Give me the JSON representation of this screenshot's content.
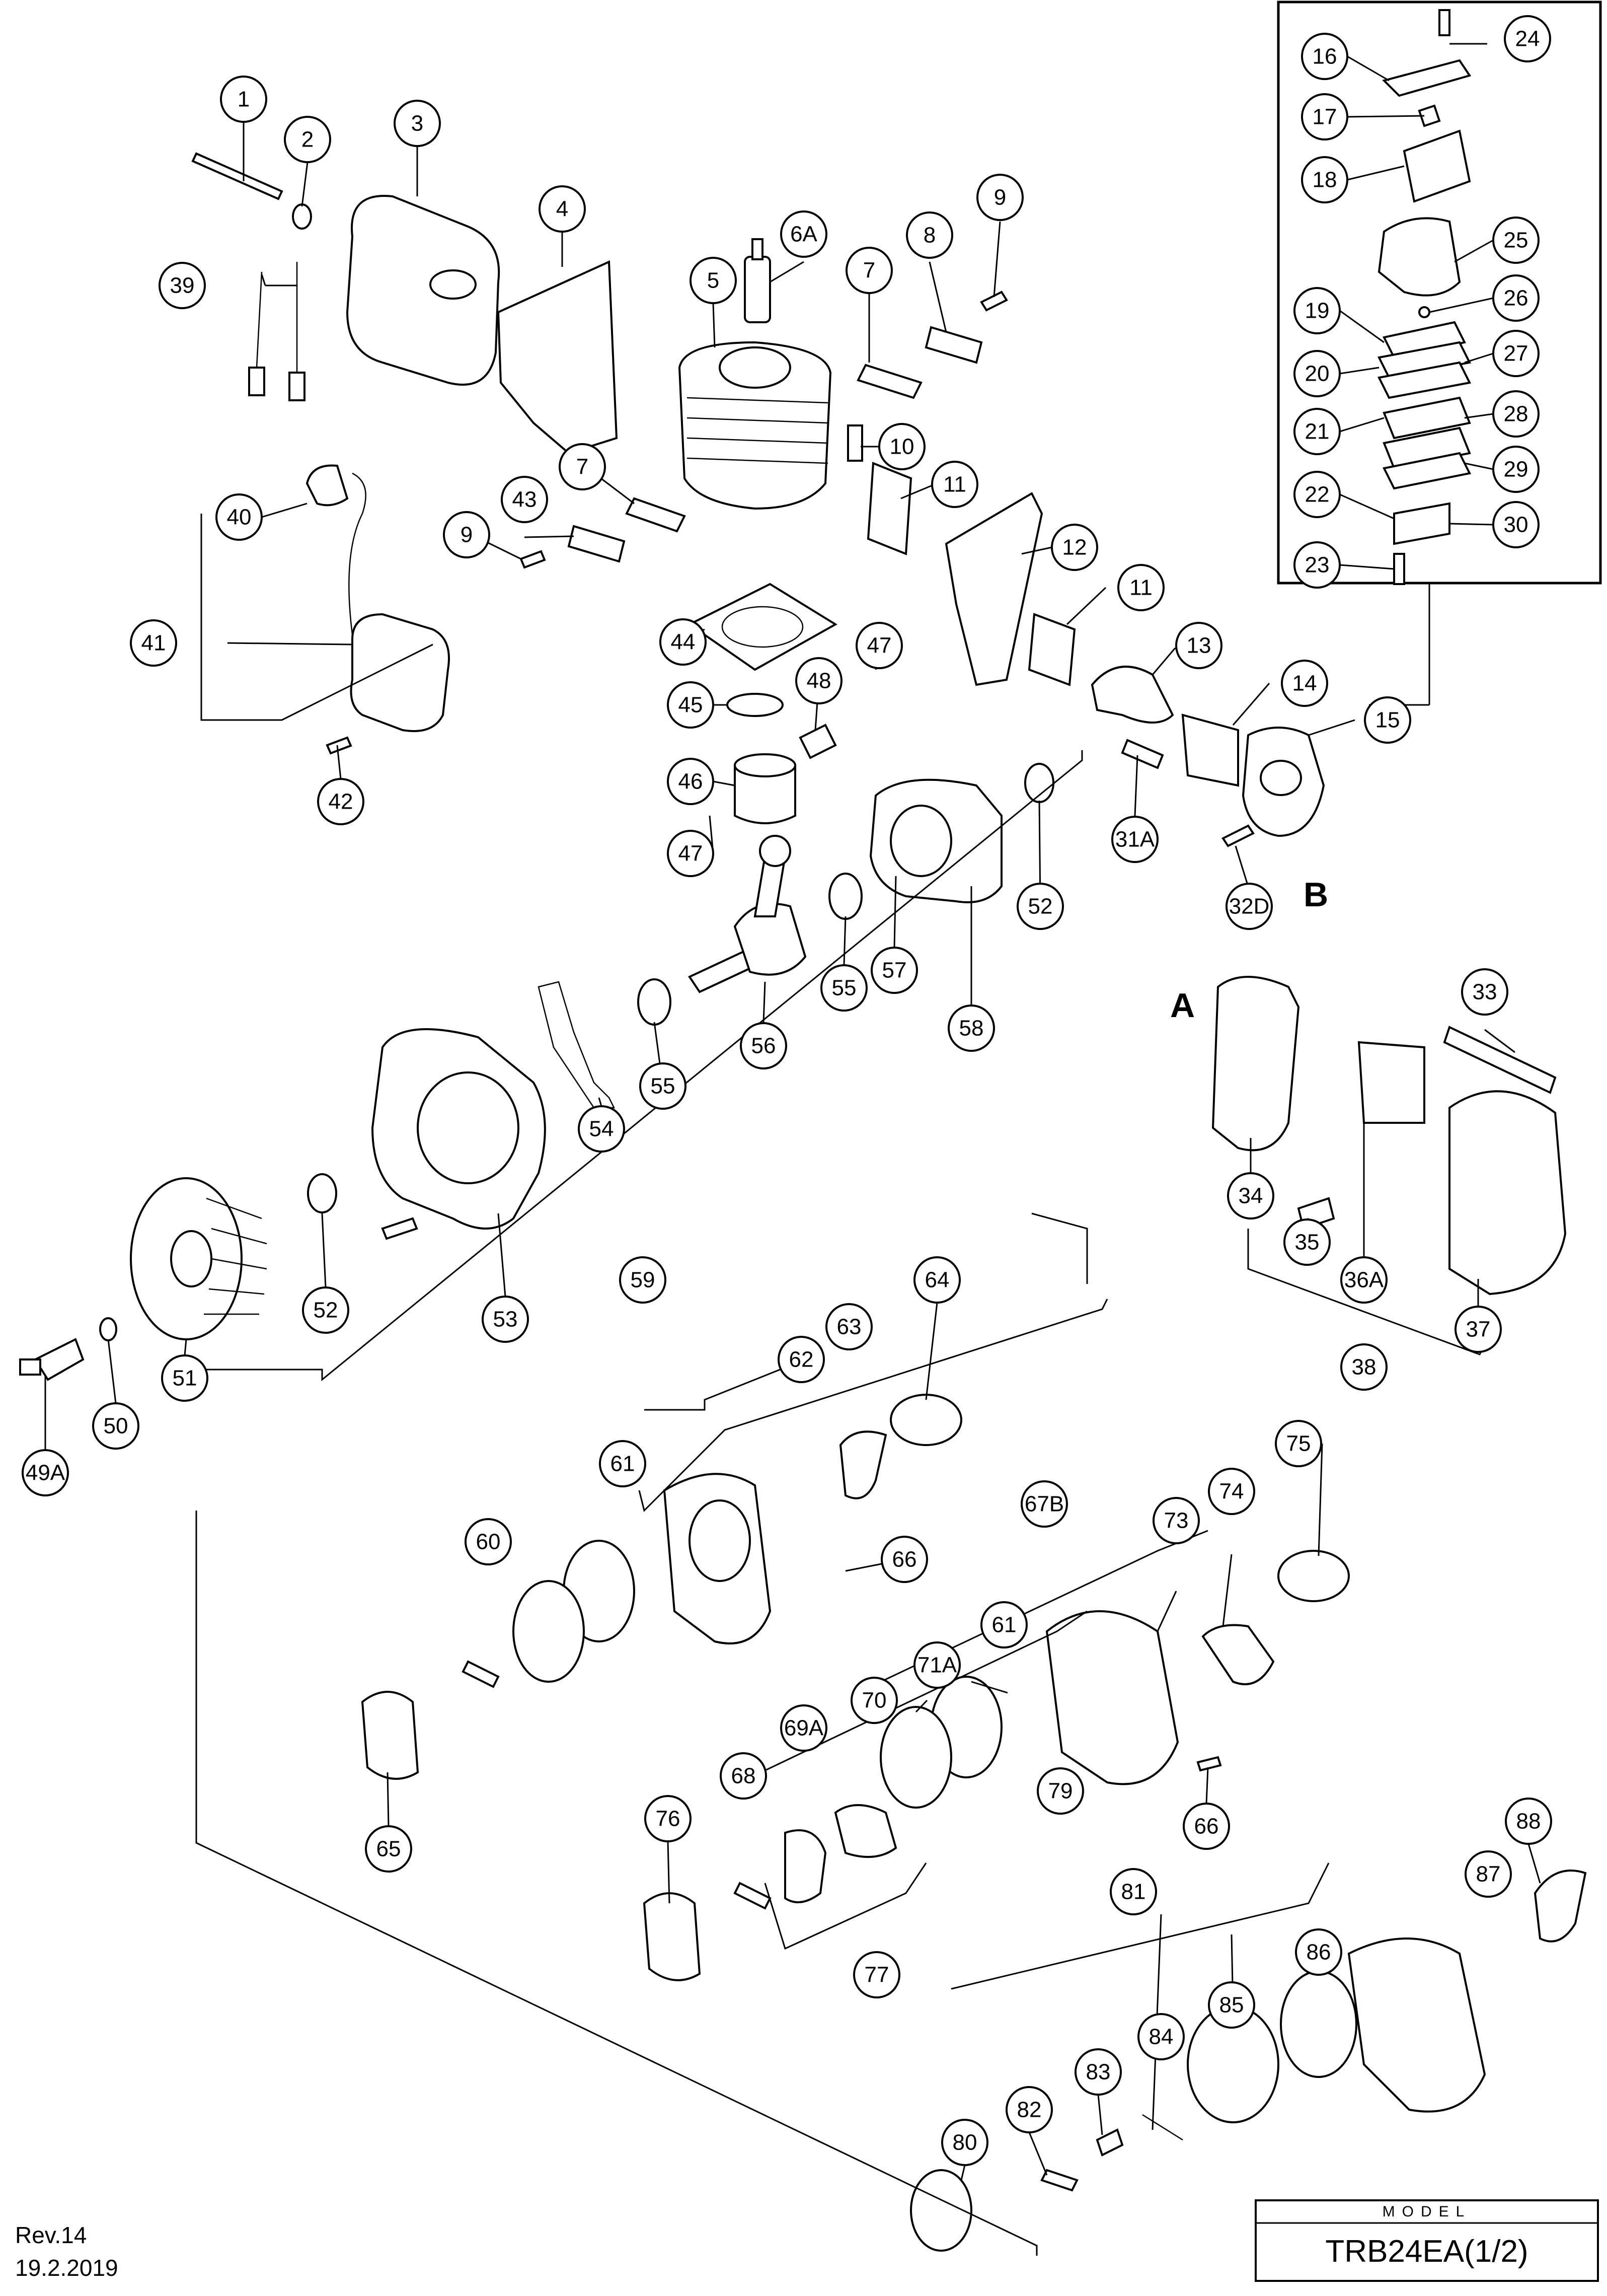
{
  "labels": [
    "1",
    "2",
    "3",
    "4",
    "5",
    "6A",
    "7",
    "8",
    "9",
    "10",
    "11",
    "12",
    "13",
    "14",
    "15",
    "16",
    "17",
    "18",
    "19",
    "20",
    "21",
    "22",
    "23",
    "24",
    "25",
    "26",
    "27",
    "28",
    "29",
    "30",
    "31A",
    "32D",
    "33",
    "34",
    "35",
    "36A",
    "37",
    "38",
    "39",
    "40",
    "41",
    "42",
    "43",
    "44",
    "45",
    "46",
    "47",
    "48",
    "49A",
    "50",
    "51",
    "52",
    "53",
    "54",
    "55",
    "56",
    "57",
    "58",
    "59",
    "60",
    "61",
    "62",
    "63",
    "64",
    "65",
    "66",
    "67B",
    "68",
    "69A",
    "70",
    "71A",
    "73",
    "74",
    "75",
    "76",
    "77",
    "79",
    "80",
    "81",
    "82",
    "83",
    "84",
    "85",
    "86",
    "87",
    "88"
  ],
  "reference_marks": [
    "A",
    "B"
  ],
  "revision": "Rev.14",
  "date": "19.2.2019",
  "model_caption": "MODEL",
  "model_value": "TRB24EA(1/2)"
}
